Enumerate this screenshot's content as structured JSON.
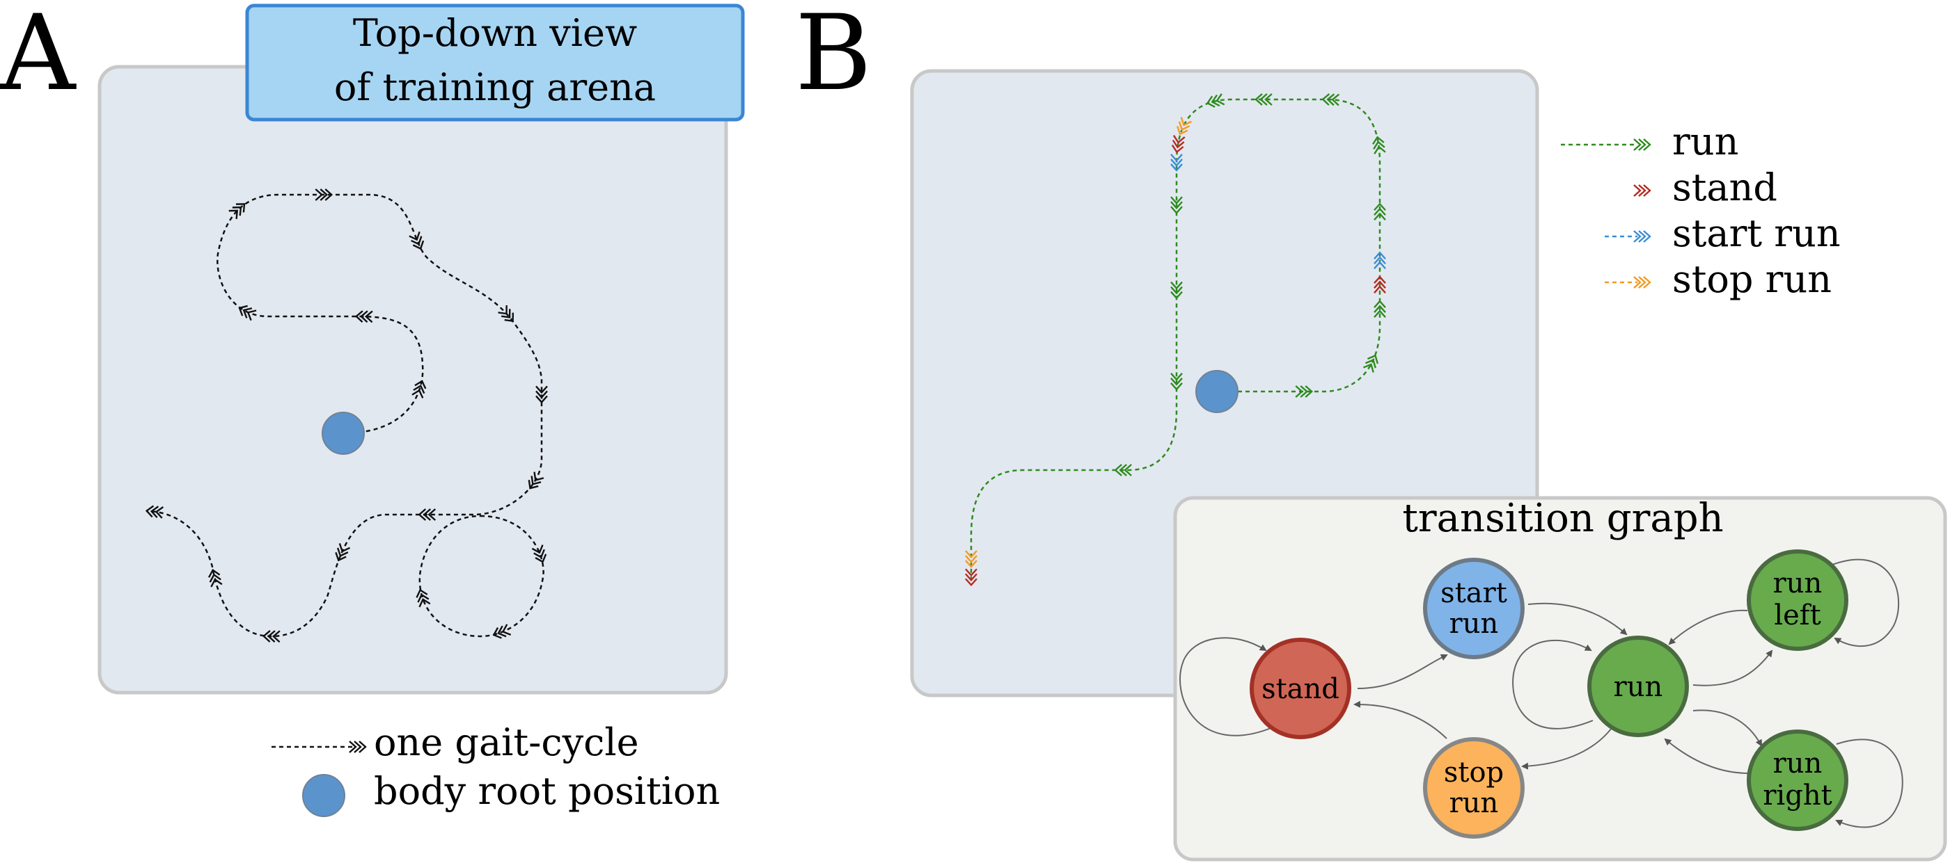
{
  "panel_a": {
    "letter": "A",
    "title_line1": "Top-down view",
    "title_line2": "of training arena",
    "legend": {
      "gait_cycle": "one gait-cycle",
      "root_position": "body root position"
    }
  },
  "panel_b": {
    "letter": "B",
    "legend": {
      "run": "run",
      "stand": "stand",
      "start_run": "start run",
      "stop_run": "stop run"
    },
    "graph": {
      "title": "transition graph",
      "nodes": {
        "stand": "stand",
        "start_run_1": "start",
        "start_run_2": "run",
        "stop_run_1": "stop",
        "stop_run_2": "run",
        "run": "run",
        "run_left_1": "run",
        "run_left_2": "left",
        "run_right_1": "run",
        "run_right_2": "right"
      }
    }
  },
  "colors": {
    "arena_fill": "#e2e8f0",
    "arena_border": "#c8c8c8",
    "title_box_fill": "#a6d5f3",
    "title_box_border": "#3a86d4",
    "root_dot": "#5b93cd",
    "run": "#2e8b1e",
    "stand": "#b52a22",
    "start_run": "#3a8dd6",
    "stop_run": "#f39a22",
    "graph_bg": "#f2f3ef",
    "node_stand": "#d06655",
    "node_start": "#80b3e8",
    "node_stop": "#fcb35c",
    "node_run": "#67ab4d"
  }
}
